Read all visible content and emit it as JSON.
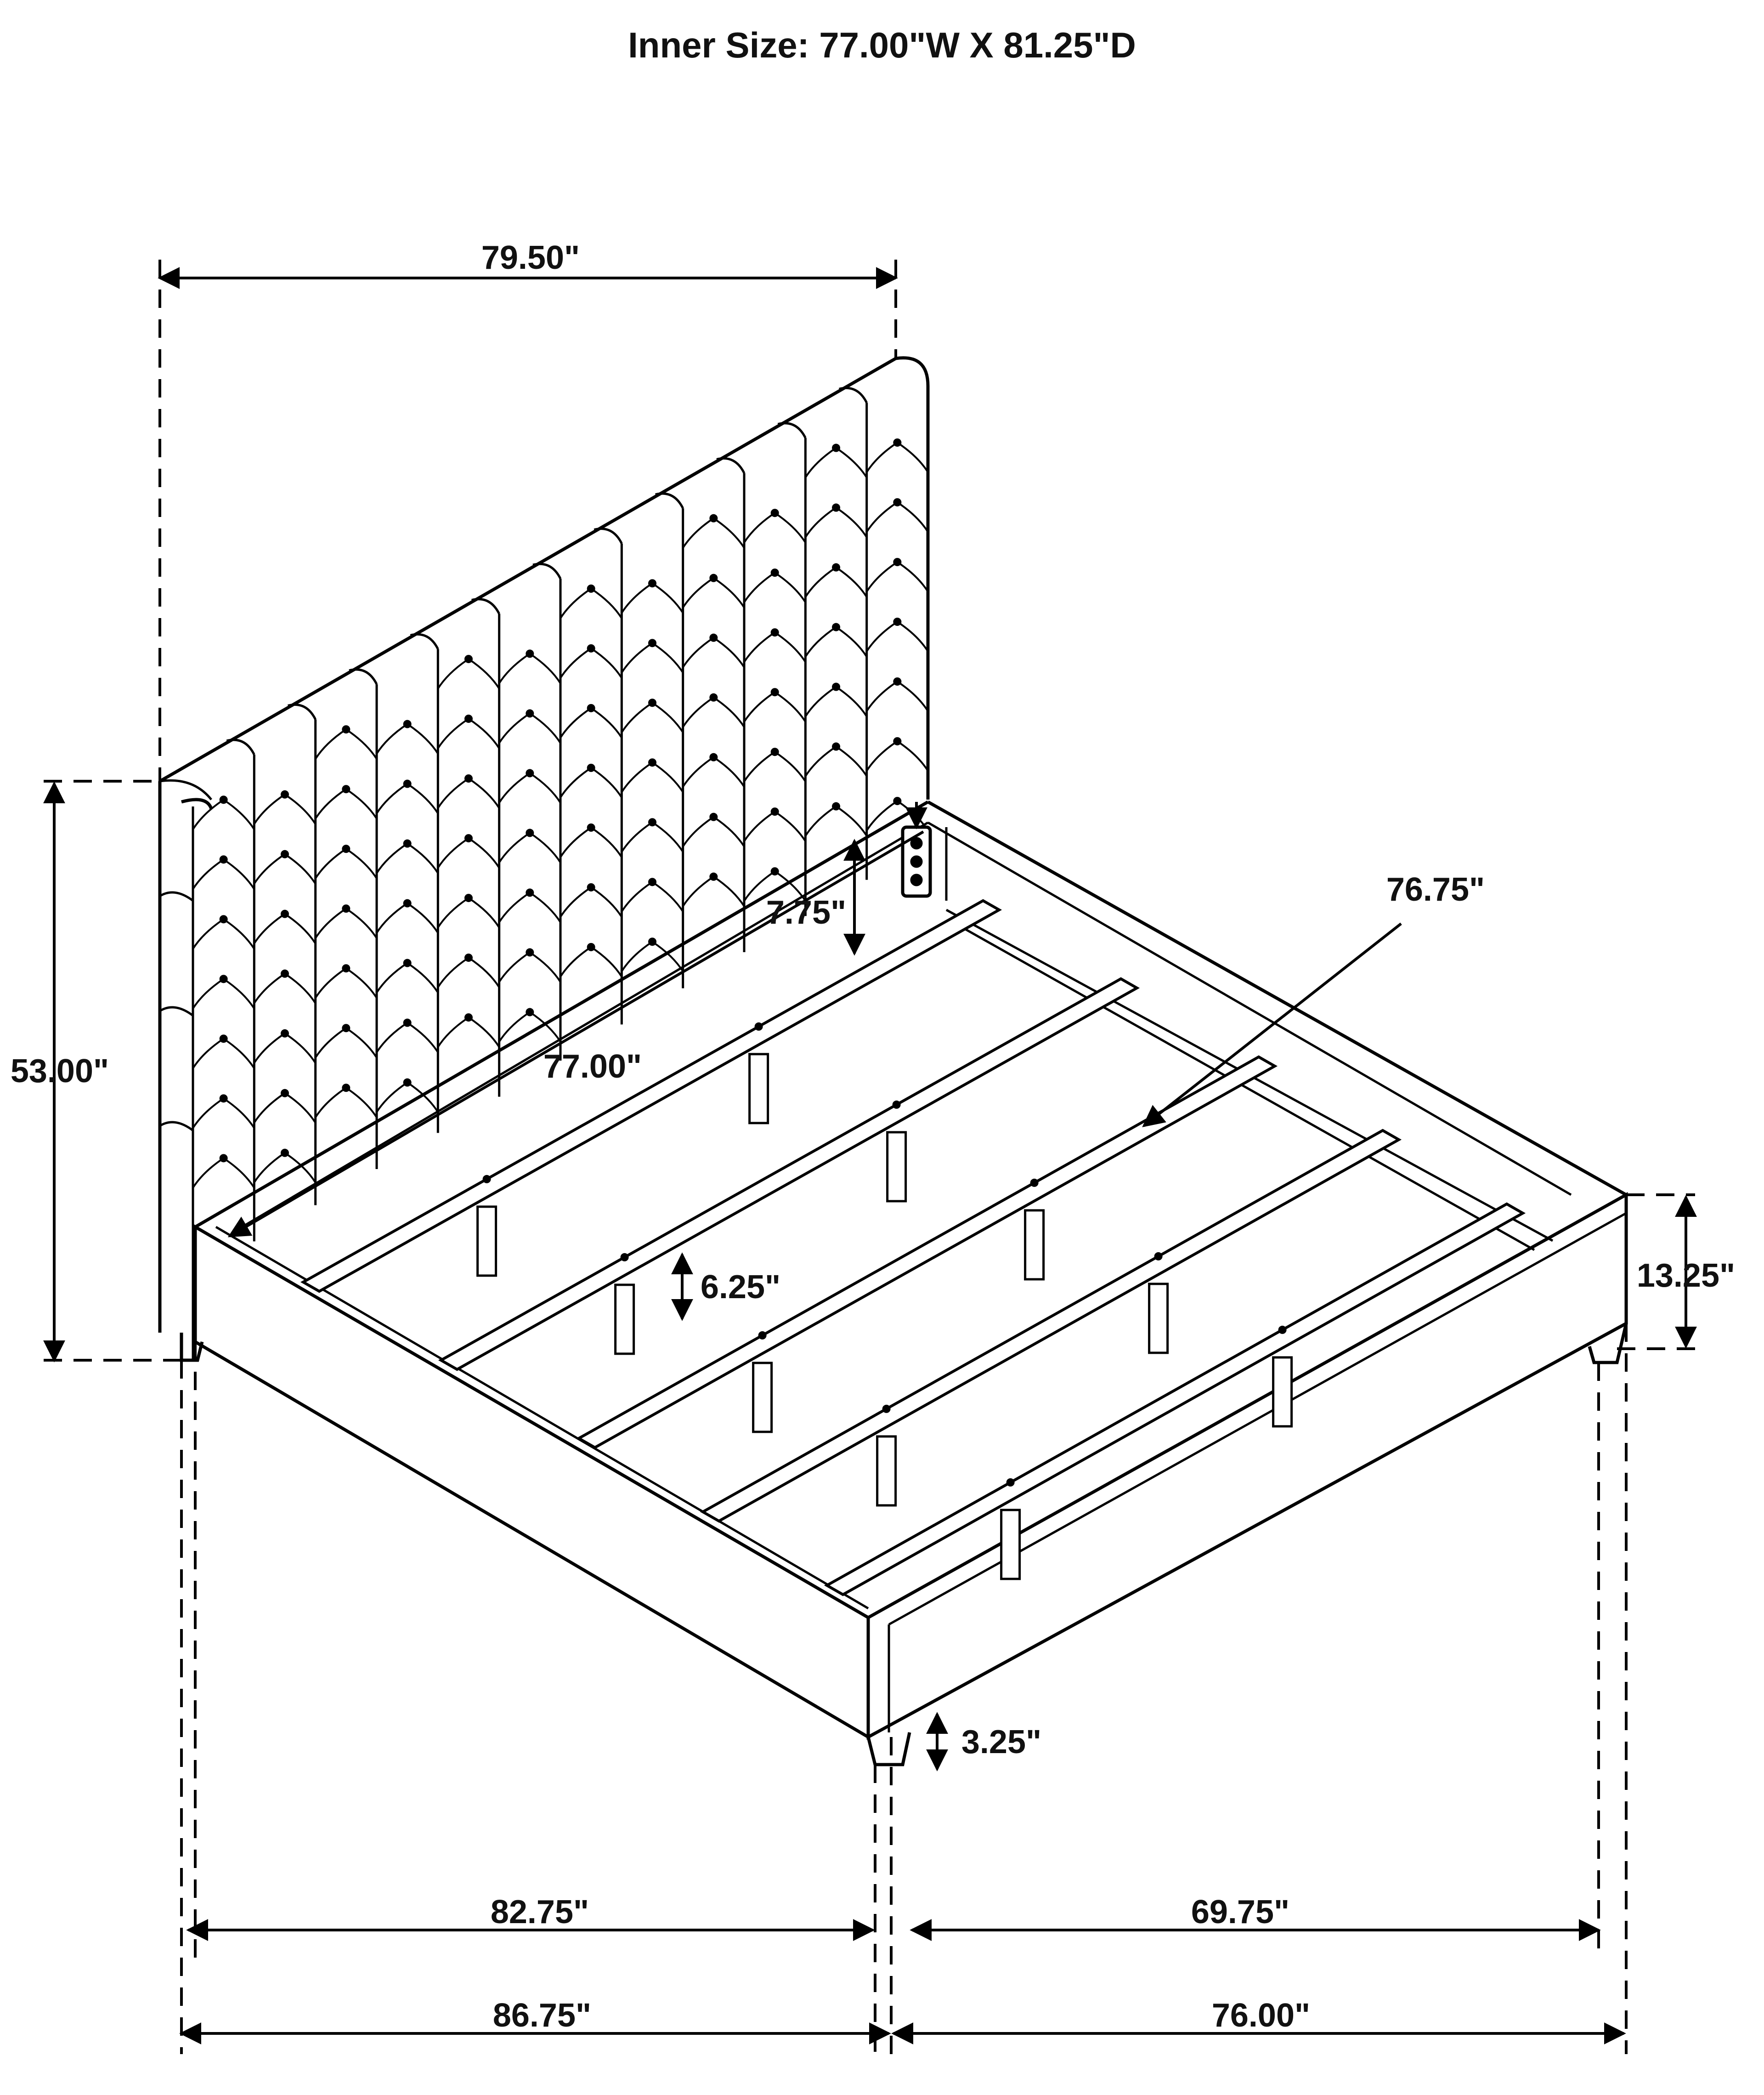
{
  "title": "Inner Size: 77.00\"W X 81.25\"D",
  "dimensions": {
    "headboard_width": "79.50\"",
    "headboard_height": "53.00\"",
    "headboard_to_rail": "7.75\"",
    "inner_width": "77.00\"",
    "diagonal": "76.75\"",
    "slat_leg": "6.25\"",
    "frame_height": "13.25\"",
    "leg_height": "3.25\"",
    "inner_left": "82.75\"",
    "inner_right": "69.75\"",
    "outer_left": "86.75\"",
    "outer_right": "76.00\""
  }
}
